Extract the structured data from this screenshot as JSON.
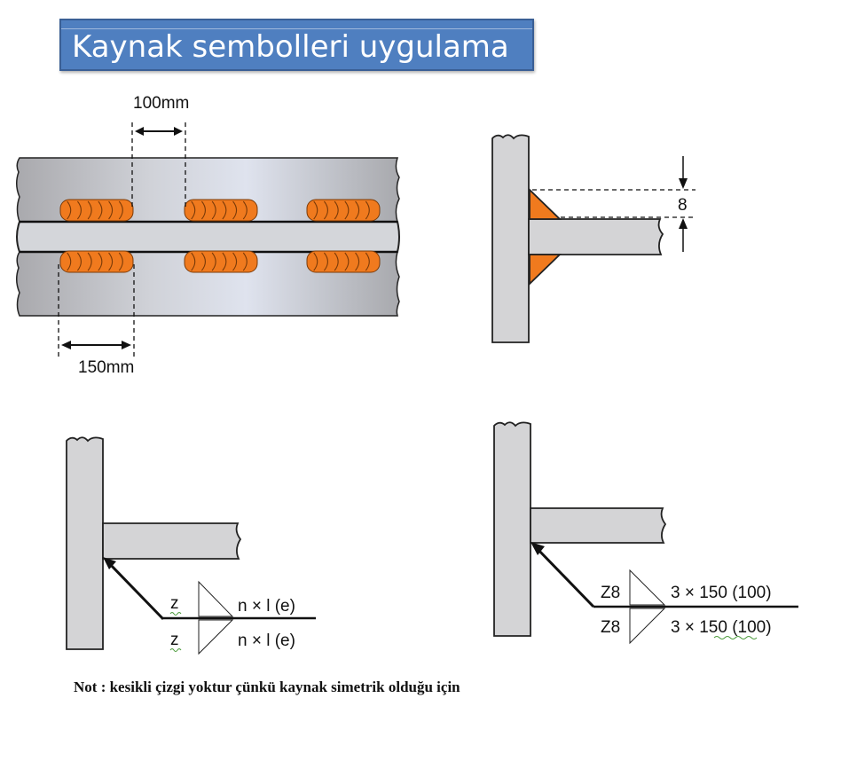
{
  "title": "Kaynak sembolleri uygulama",
  "diagram1": {
    "gap_label": "100mm",
    "length_label": "150mm"
  },
  "diagram2": {
    "size_label": "8"
  },
  "diagram3": {
    "upper_z": "z",
    "upper_spec": "n × l  (e)",
    "lower_z": "z",
    "lower_spec": "n × l  (e)"
  },
  "diagram4": {
    "upper_z": "Z8",
    "upper_spec": "3 × 150  (100)",
    "lower_z": "Z8",
    "lower_spec": "3 × 150  (100)"
  },
  "note": "Not : kesikli çizgi yoktur çünkü kaynak simetrik olduğu için",
  "colors": {
    "title_bg": "#4f7fc0",
    "weld_orange": "#f07a1e",
    "plate_grey": "#d4d4d6"
  }
}
